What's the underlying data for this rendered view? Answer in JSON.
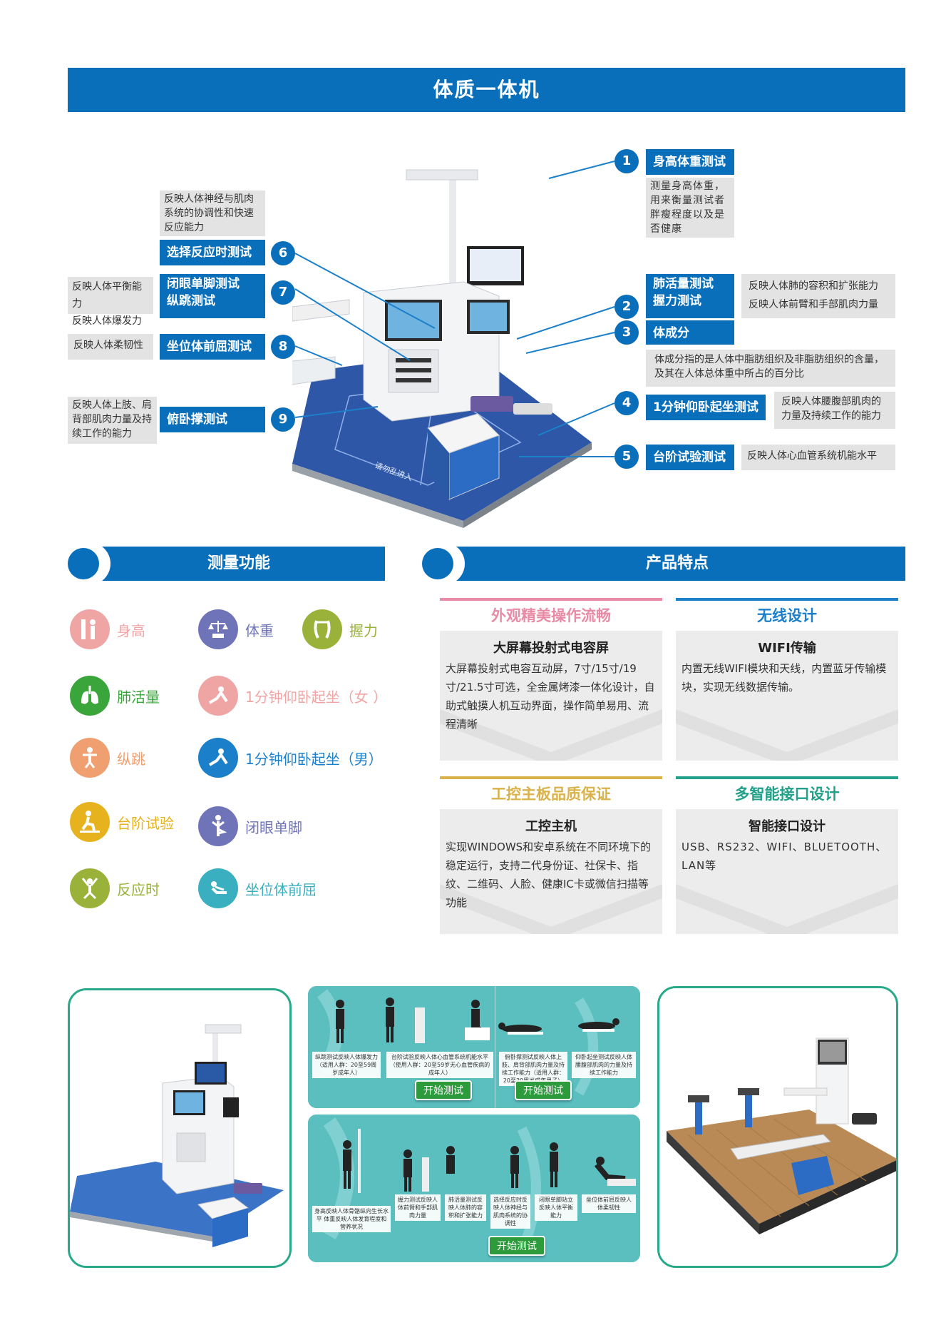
{
  "header": {
    "title": "体质一体机"
  },
  "callouts": {
    "c1": {
      "num": "1",
      "title": "身高体重测试",
      "desc": "测量身高体重，用来衡量测试者胖瘦程度以及是否健康"
    },
    "c2": {
      "num": "2",
      "title_line1": "肺活量测试",
      "title_line2": "握力测试",
      "desc_line1": "反映人体肺的容积和扩张能力",
      "desc_line2": "反映人体前臂和手部肌肉力量"
    },
    "c3": {
      "num": "3",
      "title": "体成分",
      "desc": "体成分指的是人体中脂肪组织及非脂肪组织的含量，及其在人体总体重中所占的百分比"
    },
    "c4": {
      "num": "4",
      "title": "1分钟仰卧起坐测试",
      "desc": "反映人体腰腹部肌肉的力量及持续工作的能力"
    },
    "c5": {
      "num": "5",
      "title": "台阶试验测试",
      "desc": "反映人体心血管系统机能水平"
    },
    "c6": {
      "num": "6",
      "title": "选择反应时测试",
      "desc": "反映人体神经与肌肉系统的协调性和快速反应能力"
    },
    "c7": {
      "num": "7",
      "title_line1": "闭眼单脚测试",
      "title_line2": "纵跳测试",
      "desc_line1": "反映人体平衡能力",
      "desc_line2": "反映人体爆发力"
    },
    "c8": {
      "num": "8",
      "title": "坐位体前屈测试",
      "desc": "反映人体柔韧性"
    },
    "c9": {
      "num": "9",
      "title": "俯卧撑测试",
      "desc": "反映人体上肢、肩背部肌肉力量及持续工作的能力"
    }
  },
  "sections": {
    "measure": "测量功能",
    "features": "产品特点"
  },
  "measure_items": {
    "m1": {
      "label": "身高",
      "color": "#f0a5a5"
    },
    "m2": {
      "label": "体重",
      "color": "#6f74b8"
    },
    "m3": {
      "label": "握力",
      "color": "#9ab23a"
    },
    "m4": {
      "label": "肺活量",
      "color": "#3aa53a"
    },
    "m5": {
      "label": "1分钟仰卧起坐（女 ）",
      "color": "#f0a5a5"
    },
    "m6": {
      "label": "纵跳",
      "color": "#f0a070"
    },
    "m7": {
      "label": "1分钟仰卧起坐（男）",
      "color": "#1b7fc9"
    },
    "m8": {
      "label": "台阶试验",
      "color": "#e6b21e"
    },
    "m9": {
      "label": "闭眼单脚",
      "color": "#6f74b8"
    },
    "m10": {
      "label": "反应时",
      "color": "#9ab23a"
    },
    "m11": {
      "label": "坐位体前屈",
      "color": "#3aafc0"
    }
  },
  "features": {
    "f1": {
      "title": "外观精美操作流畅",
      "sub": "大屏幕投射式电容屏",
      "desc": "大屏幕投射式电容互动屏，7寸/15寸/19寸/21.5寸可选，全金属烤漆一体化设计，自助式触摸人机互动界面，操作简单易用、流程清晰",
      "color": "#e98aa6"
    },
    "f2": {
      "title": "无线设计",
      "sub": "WIFI传输",
      "desc": "内置无线WIFI模块和天线，内置蓝牙传输模块，实现无线数据传输。",
      "color": "#1b7fc9"
    },
    "f3": {
      "title": "工控主板品质保证",
      "sub": "工控主机",
      "desc": "实现WINDOWS和安卓系统在不同环境下的稳定运行，支持二代身份证、社保卡、指纹、二维码、人脸、健康IC卡或微信扫描等功能",
      "color": "#d9b24a"
    },
    "f4": {
      "title": "多智能接口设计",
      "sub": "智能接口设计",
      "desc": "USB、RS232、WIFI、BLUETOOTH、LAN等",
      "color": "#22a08a"
    }
  },
  "panels": {
    "top_button_1": "开始测试",
    "top_button_2": "开始测试",
    "bottom_button": "开始测试"
  }
}
